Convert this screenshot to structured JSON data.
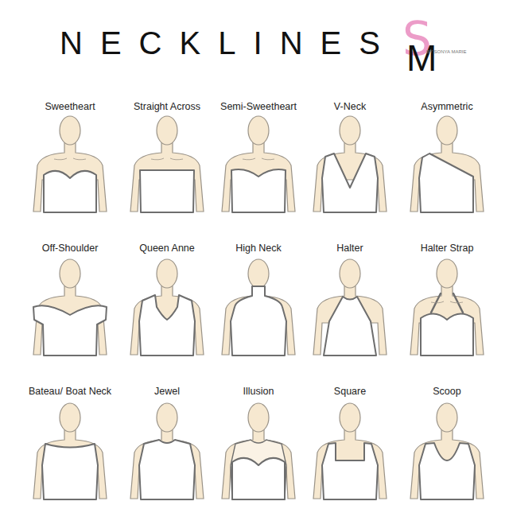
{
  "diagram": {
    "title": "NECKLINES",
    "labels": [
      "S",
      "M",
      "BY SONYA MARIE",
      "Sweetheart",
      "Straight Across",
      "Semi-Sweetheart",
      "V-Neck",
      "Asymmetric",
      "Off-Shoulder",
      "Queen Anne",
      "High Neck",
      "Halter",
      "Halter Strap",
      "Bateau/ Boat Neck",
      "Jewel",
      "Illusion",
      "Square",
      "Scoop"
    ]
  }
}
